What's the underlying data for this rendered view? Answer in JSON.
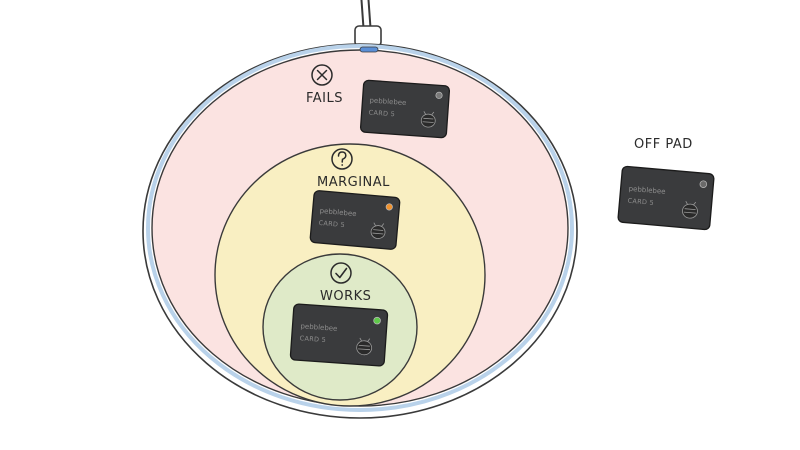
{
  "zones": {
    "fails": {
      "label": "FAILS",
      "icon": "x-circle-icon",
      "color": "#fbe3e1"
    },
    "marginal": {
      "label": "MARGINAL",
      "icon": "question-circle-icon",
      "color": "#f9efc2"
    },
    "works": {
      "label": "WORKS",
      "icon": "check-circle-icon",
      "color": "#dfeac8"
    }
  },
  "off_pad": {
    "label": "OFF PAD"
  },
  "cards": [
    {
      "brand": "pebblebee",
      "model": "CARD 5",
      "zone": "fails",
      "led": "#7a7a7a"
    },
    {
      "brand": "pebblebee",
      "model": "CARD 5",
      "zone": "marginal",
      "led": "#f0922e"
    },
    {
      "brand": "pebblebee",
      "model": "CARD 5",
      "zone": "works",
      "led": "#5fc94a"
    },
    {
      "brand": "pebblebee",
      "model": "CARD 5",
      "zone": "off-pad",
      "led": "#6a6a6a"
    }
  ],
  "pad": {
    "rim_color": "#b9d2ea"
  }
}
